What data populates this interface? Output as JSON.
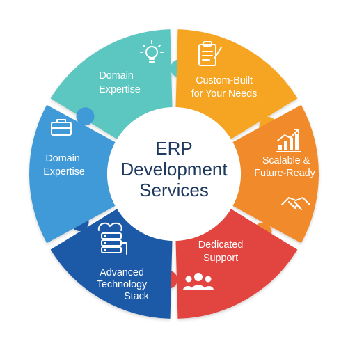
{
  "center": {
    "title_line1": "ERP",
    "title_line2": "Development",
    "title_line3": "Services",
    "title_color": "#1f3a5f"
  },
  "segments": [
    {
      "id": "top-left",
      "color": "#5cc7c0",
      "icon": "lightbulb-icon",
      "line1": "Domain",
      "line2": "Expertise",
      "line3": ""
    },
    {
      "id": "top-right",
      "color": "#f6a524",
      "icon": "clipboard-pencil-icon",
      "line1": "Custom-Built",
      "line2": "for Your Needs",
      "line3": ""
    },
    {
      "id": "right",
      "color": "#f08a2c",
      "icon": "bar-chart-growth-icon",
      "line1": "Scalable &",
      "line2": "Future-Ready",
      "line3": "",
      "secondary_icon": "handshake-icon"
    },
    {
      "id": "bottom-right",
      "color": "#e2453f",
      "icon": "people-group-icon",
      "line1": "Dedicated",
      "line2": "Support",
      "line3": ""
    },
    {
      "id": "bottom-left",
      "color": "#1f5aa8",
      "icon": "server-cloud-icon",
      "line1": "Advanced",
      "line2": "Technology",
      "line3": "Stack"
    },
    {
      "id": "left",
      "color": "#3f9ad8",
      "icon": "briefcase-icon",
      "line1": "Domain",
      "line2": "Expertise",
      "line3": ""
    }
  ]
}
